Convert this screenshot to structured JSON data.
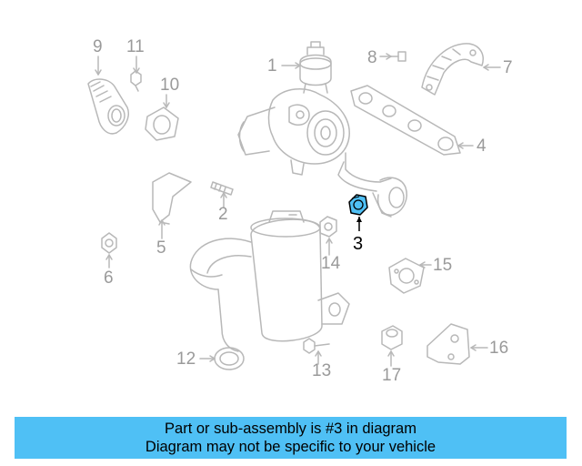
{
  "callouts": {
    "c1": "1",
    "c2": "2",
    "c3": "3",
    "c4": "4",
    "c5": "5",
    "c6": "6",
    "c7": "7",
    "c8": "8",
    "c9": "9",
    "c10": "10",
    "c11": "11",
    "c12": "12",
    "c13": "13",
    "c14": "14",
    "c15": "15",
    "c16": "16",
    "c17": "17"
  },
  "highlighted_part": "3",
  "colors": {
    "line": "#b8b8b8",
    "callout_text": "#9a9a9a",
    "highlight_fill": "#4fc0f5",
    "highlight_text": "#000000",
    "banner_bg": "#4fc0f5"
  },
  "banner": {
    "line1": "Part or sub-assembly is #3 in diagram",
    "line2": "Diagram may not be specific to your vehicle"
  }
}
